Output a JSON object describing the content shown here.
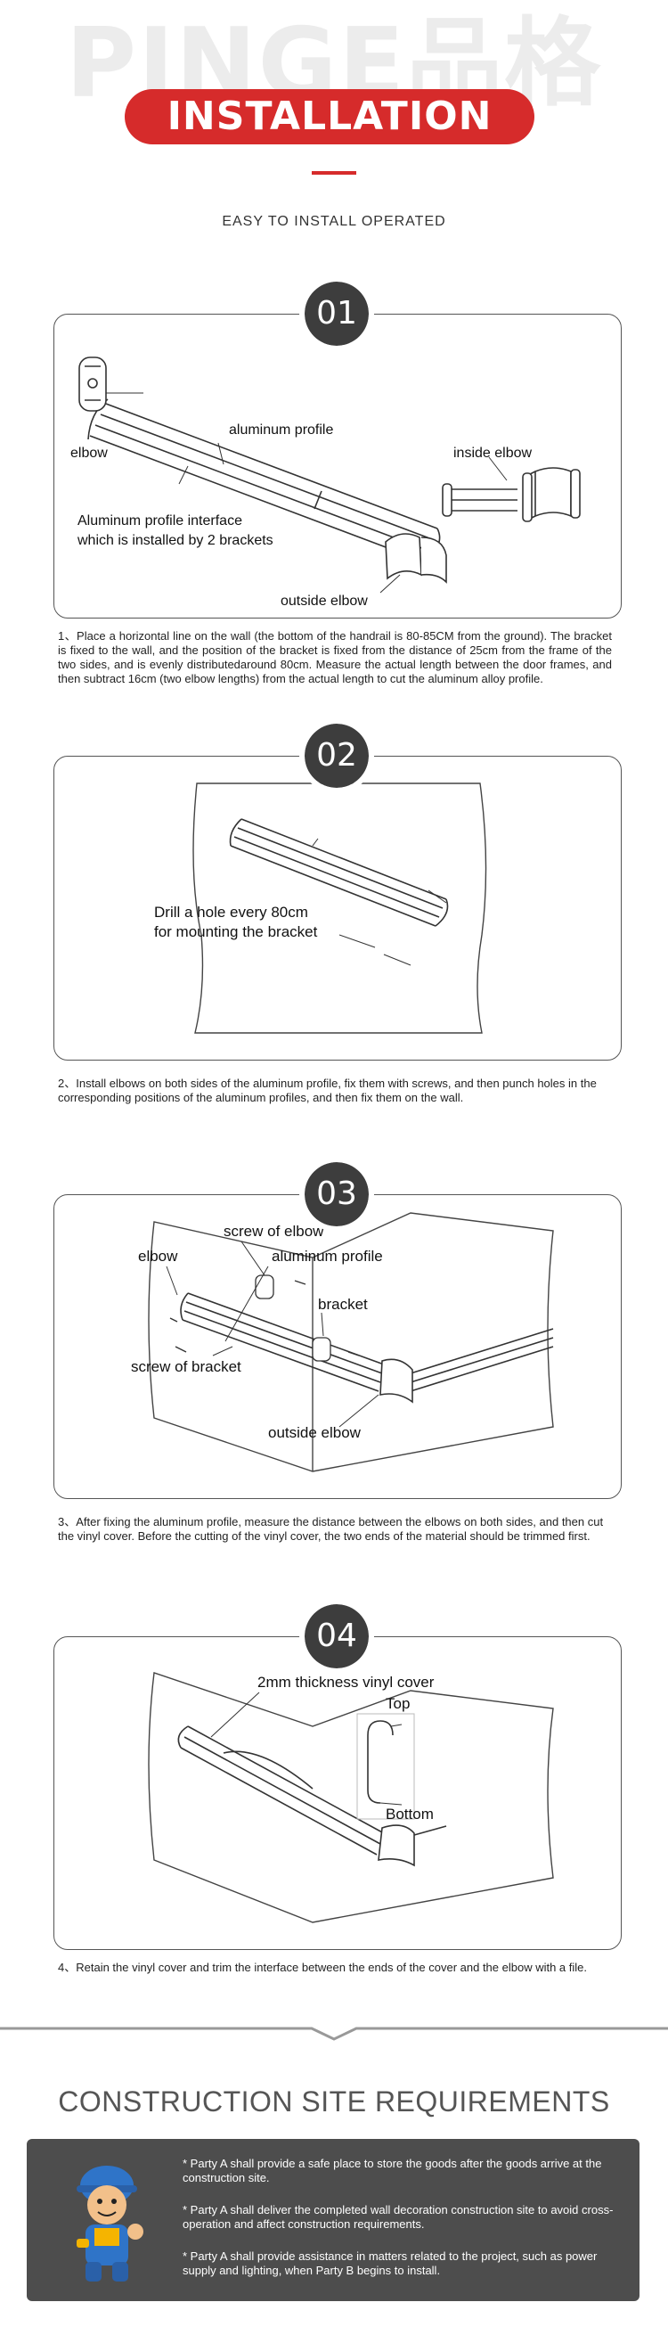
{
  "header": {
    "watermark": "PINGE品格",
    "title": "INSTALLATION",
    "subtitle": "EASY TO INSTALL  OPERATED"
  },
  "steps": [
    {
      "number": "01",
      "labels": {
        "elbow": "elbow",
        "aluminum_profile": "aluminum profile",
        "inside_elbow": "inside elbow",
        "interface_line1": "Aluminum profile interface",
        "interface_line2": "which is installed by 2 brackets",
        "outside_elbow": "outside elbow"
      },
      "description": "1、Place a horizontal line on the wall (the bottom of the handrail is 80-85CM from the ground). The  bracket is fixed to the wall, and the position of the  bracket is fixed from the distance of 25cm from the frame of the two sides, and is evenly distributedaround 80cm. Measure the actual length between the door frames, and then subtract 16cm (two elbow lengths) from the actual length to cut the aluminum alloy profile."
    },
    {
      "number": "02",
      "labels": {
        "drill_line1": "Drill a hole every 80cm",
        "drill_line2": "for mounting the bracket"
      },
      "description": "2、Install elbows on both sides of the aluminum profile, fix them with screws, and then punch holes in the corresponding positions of the aluminum profiles, and then fix them on the wall."
    },
    {
      "number": "03",
      "labels": {
        "screw_of_elbow": "screw of elbow",
        "elbow": "elbow",
        "aluminum_profile": "aluminum profile",
        "bracket": "bracket",
        "screw_of_bracket": "screw of bracket",
        "outside_elbow": "outside elbow"
      },
      "description": "3、After fixing the aluminum profile, measure the distance between the elbows on both sides, and then cut the vinyl cover. Before the cutting of the vinyl cover, the two ends of the material should be trimmed first."
    },
    {
      "number": "04",
      "labels": {
        "vinyl_cover": "2mm thickness vinyl cover",
        "top": "Top",
        "bottom": "Bottom"
      },
      "description": "4、Retain the vinyl cover and trim the interface between the ends of the cover and the elbow with a file."
    }
  ],
  "requirements": {
    "title": "CONSTRUCTION SITE REQUIREMENTS",
    "items": [
      "* Party A shall provide a safe place to store the goods after the goods arrive at the construction site.",
      "* Party A shall deliver the completed wall decoration construction site to avoid cross-operation and affect construction requirements.",
      "* Party A shall provide assistance in matters related to the project, such as power supply and lighting, when Party B begins to install."
    ]
  },
  "colors": {
    "accent_red": "#d62b2b",
    "badge_dark": "#3d3d3d",
    "req_box": "#4d4d4d"
  }
}
